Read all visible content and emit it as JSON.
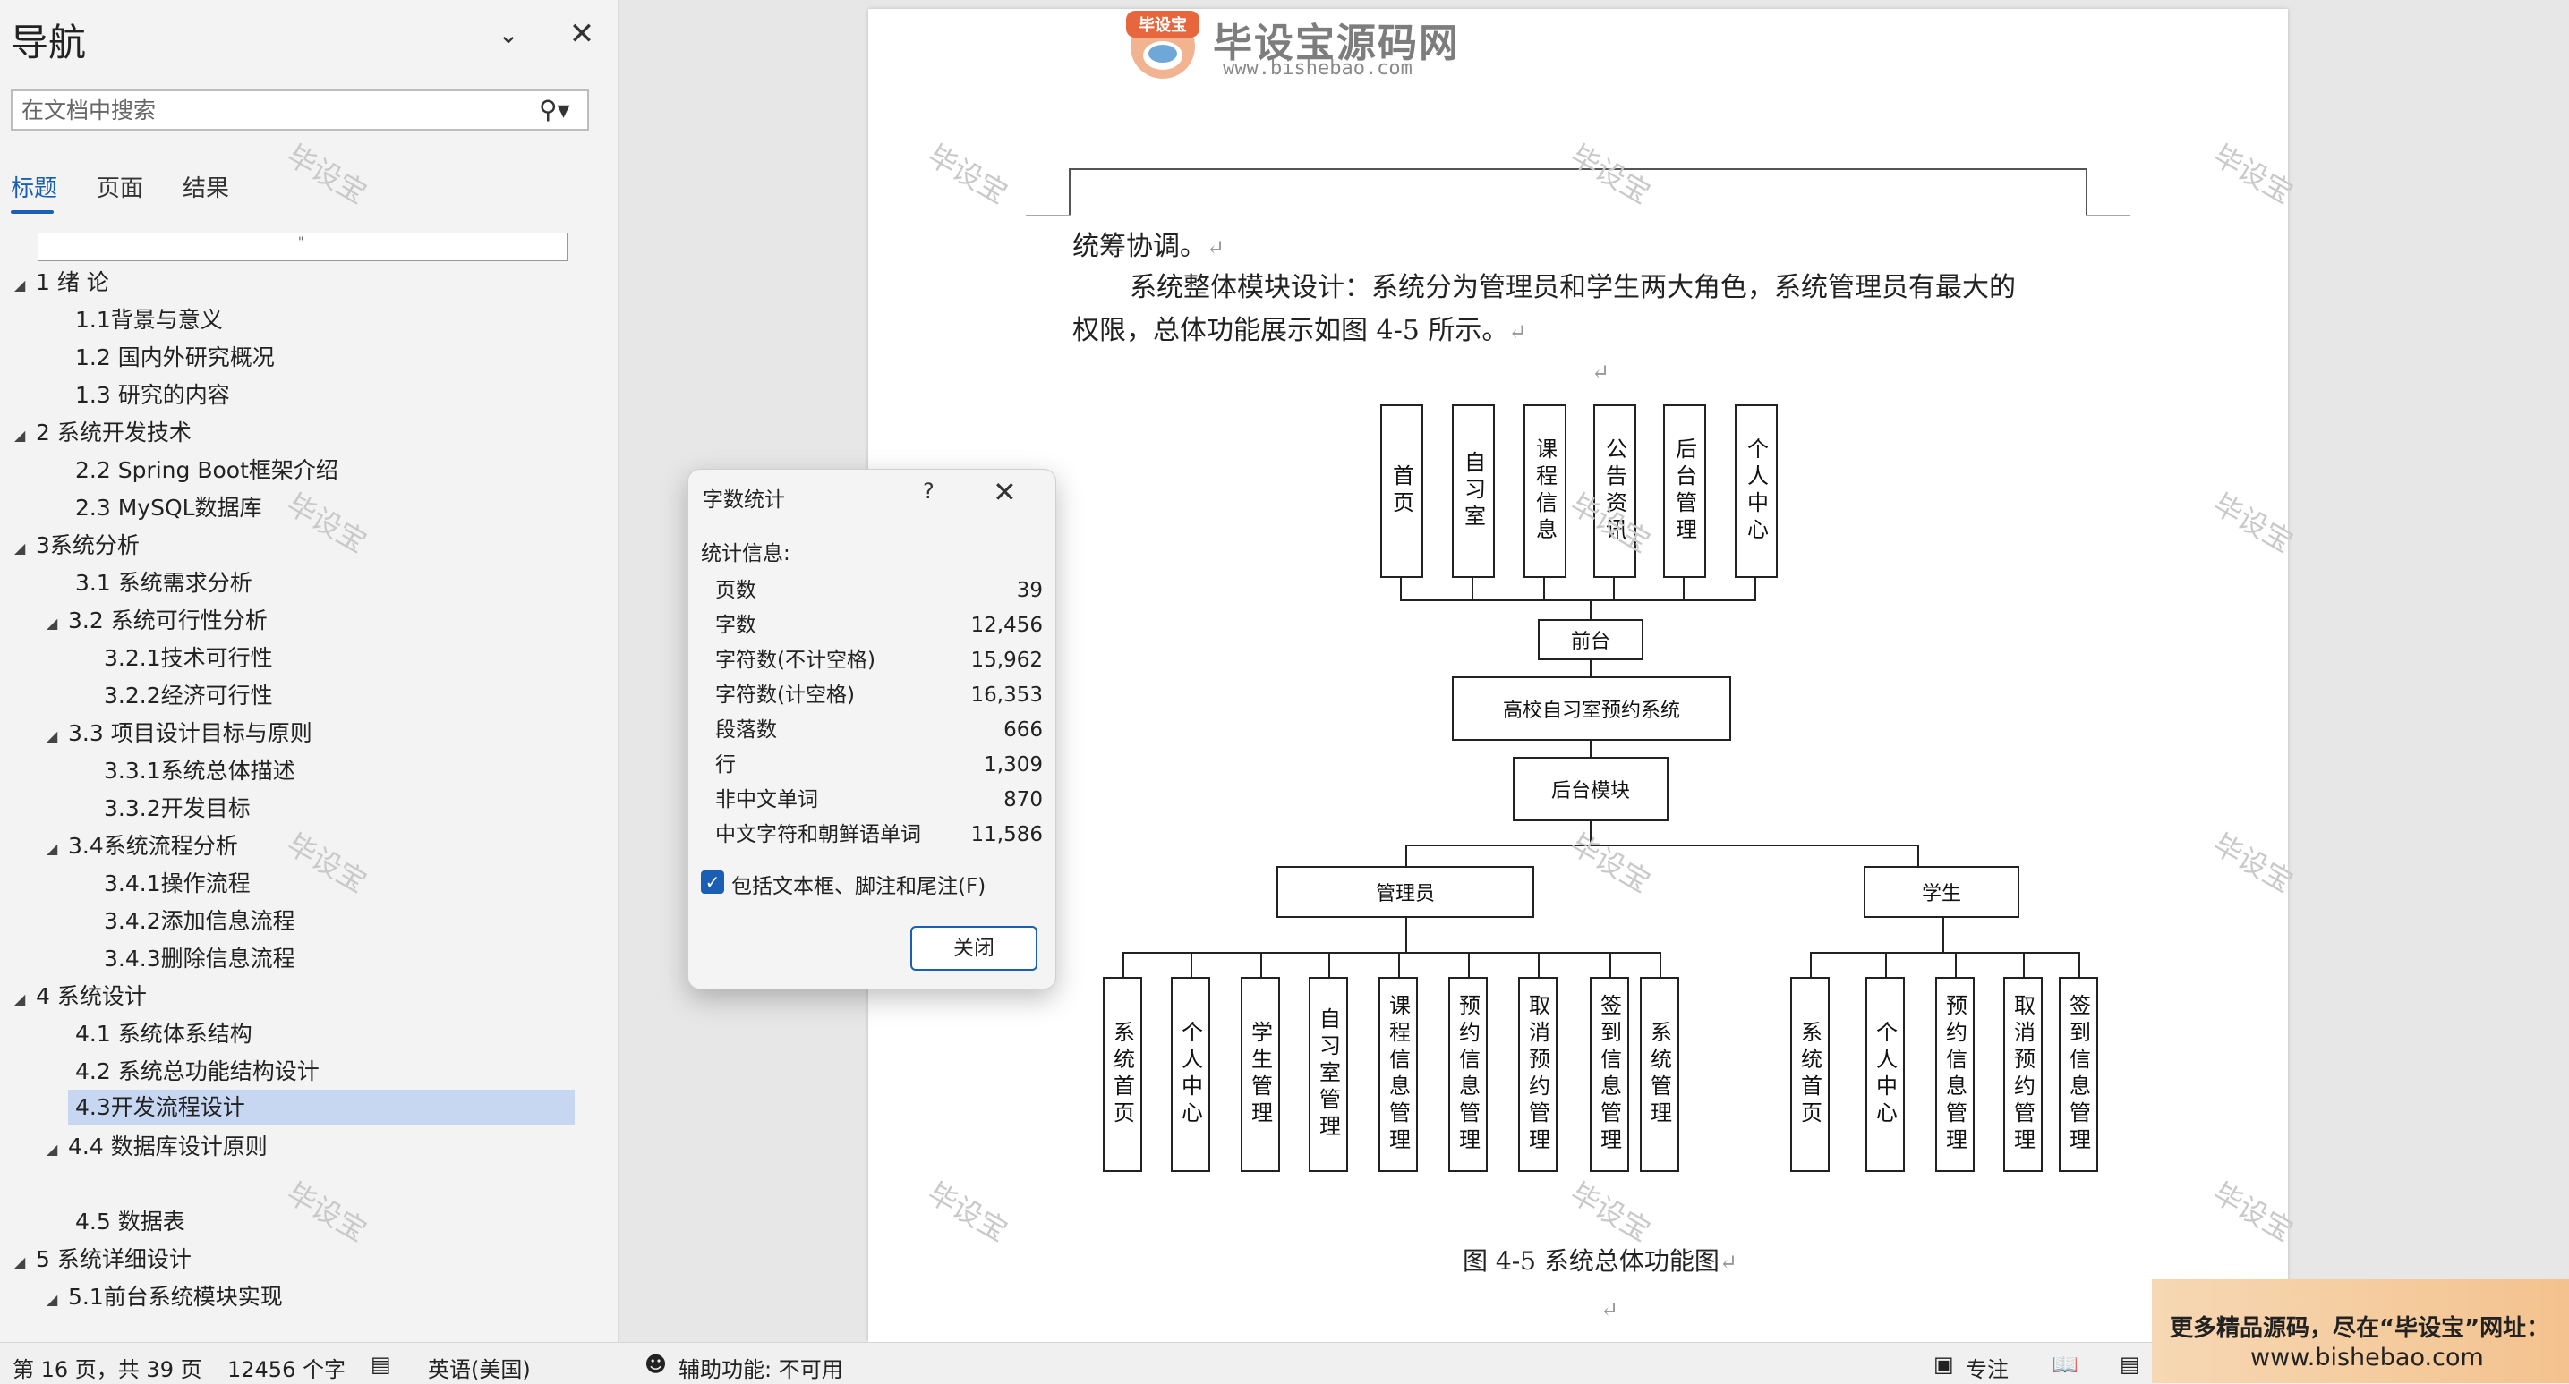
{
  "nav": {
    "title": "导航",
    "search_placeholder": "在文档中搜索",
    "tabs": [
      {
        "label": "标题"
      },
      {
        "label": "页面"
      },
      {
        "label": "结果"
      }
    ],
    "top_item": "\"",
    "tree": [
      {
        "label": "1 绪  论"
      },
      {
        "label": "1.1背景与意义"
      },
      {
        "label": "1.2 国内外研究概况"
      },
      {
        "label": "1.3 研究的内容"
      },
      {
        "label": "2 系统开发技术"
      },
      {
        "label": "2.2 Spring Boot框架介绍"
      },
      {
        "label": "2.3 MySQL数据库"
      },
      {
        "label": "3系统分析"
      },
      {
        "label": "3.1 系统需求分析"
      },
      {
        "label": "3.2 系统可行性分析"
      },
      {
        "label": "3.2.1技术可行性"
      },
      {
        "label": "3.2.2经济可行性"
      },
      {
        "label": "3.3 项目设计目标与原则"
      },
      {
        "label": "3.3.1系统总体描述"
      },
      {
        "label": "3.3.2开发目标"
      },
      {
        "label": "3.4系统流程分析"
      },
      {
        "label": "3.4.1操作流程"
      },
      {
        "label": "3.4.2添加信息流程"
      },
      {
        "label": "3.4.3删除信息流程"
      },
      {
        "label": "4 系统设计"
      },
      {
        "label": "4.1 系统体系结构"
      },
      {
        "label": "4.2 系统总功能结构设计"
      },
      {
        "label": "4.3开发流程设计"
      },
      {
        "label": "4.4 数据库设计原则"
      },
      {
        "label": "4.5 数据表"
      },
      {
        "label": "5 系统详细设计"
      },
      {
        "label": "5.1前台系统模块实现"
      }
    ]
  },
  "watermark": "毕设宝",
  "logo": {
    "name": "毕设宝源码网",
    "url": "www.bishebao.com",
    "badge": "毕设宝"
  },
  "document": {
    "line1": "统筹协调。",
    "line2": "系统整体模块设计：系统分为管理员和学生两大角色，系统管理员有最大的",
    "line3": "权限，总体功能展示如图 4-5 所示。",
    "para_mark": "↵",
    "caption": "图 4-5  系统总体功能图",
    "diagram": {
      "front_modules": [
        "首页",
        "自习室",
        "课程信息",
        "公告资讯",
        "后台管理",
        "个人中心"
      ],
      "front": "前台",
      "root": "高校自习室预约系统",
      "back": "后台模块",
      "admin": "管理员",
      "student": "学生",
      "admin_modules": [
        "系统首页",
        "个人中心",
        "学生管理",
        "自习室管理",
        "课程信息管理",
        "预约信息管理",
        "取消预约管理",
        "签到信息管理",
        "系统管理"
      ],
      "student_modules": [
        "系统首页",
        "个人中心",
        "预约信息管理",
        "取消预约管理",
        "签到信息管理"
      ]
    }
  },
  "dialog": {
    "title": "字数统计",
    "help": "?",
    "info_label": "统计信息:",
    "stats": [
      {
        "label": "页数",
        "value": "39"
      },
      {
        "label": "字数",
        "value": "12,456"
      },
      {
        "label": "字符数(不计空格)",
        "value": "15,962"
      },
      {
        "label": "字符数(计空格)",
        "value": "16,353"
      },
      {
        "label": "段落数",
        "value": "666"
      },
      {
        "label": "行",
        "value": "1,309"
      },
      {
        "label": "非中文单词",
        "value": "870"
      },
      {
        "label": "中文字符和朝鲜语单词",
        "value": "11,586"
      }
    ],
    "checkbox_label": "包括文本框、脚注和尾注(F)",
    "close_button": "关闭"
  },
  "status": {
    "page": "第 16 页，共 39 页",
    "words": "12456 个字",
    "language": "英语(美国)",
    "accessibility": "辅助功能: 不可用",
    "focus": "专注"
  },
  "promo": {
    "line1": "更多精品源码，尽在“毕设宝”网址：",
    "line2": "www.bishebao.com"
  },
  "colors": {
    "accent": "#1a5fb4",
    "selection": "#c7d7f1"
  }
}
